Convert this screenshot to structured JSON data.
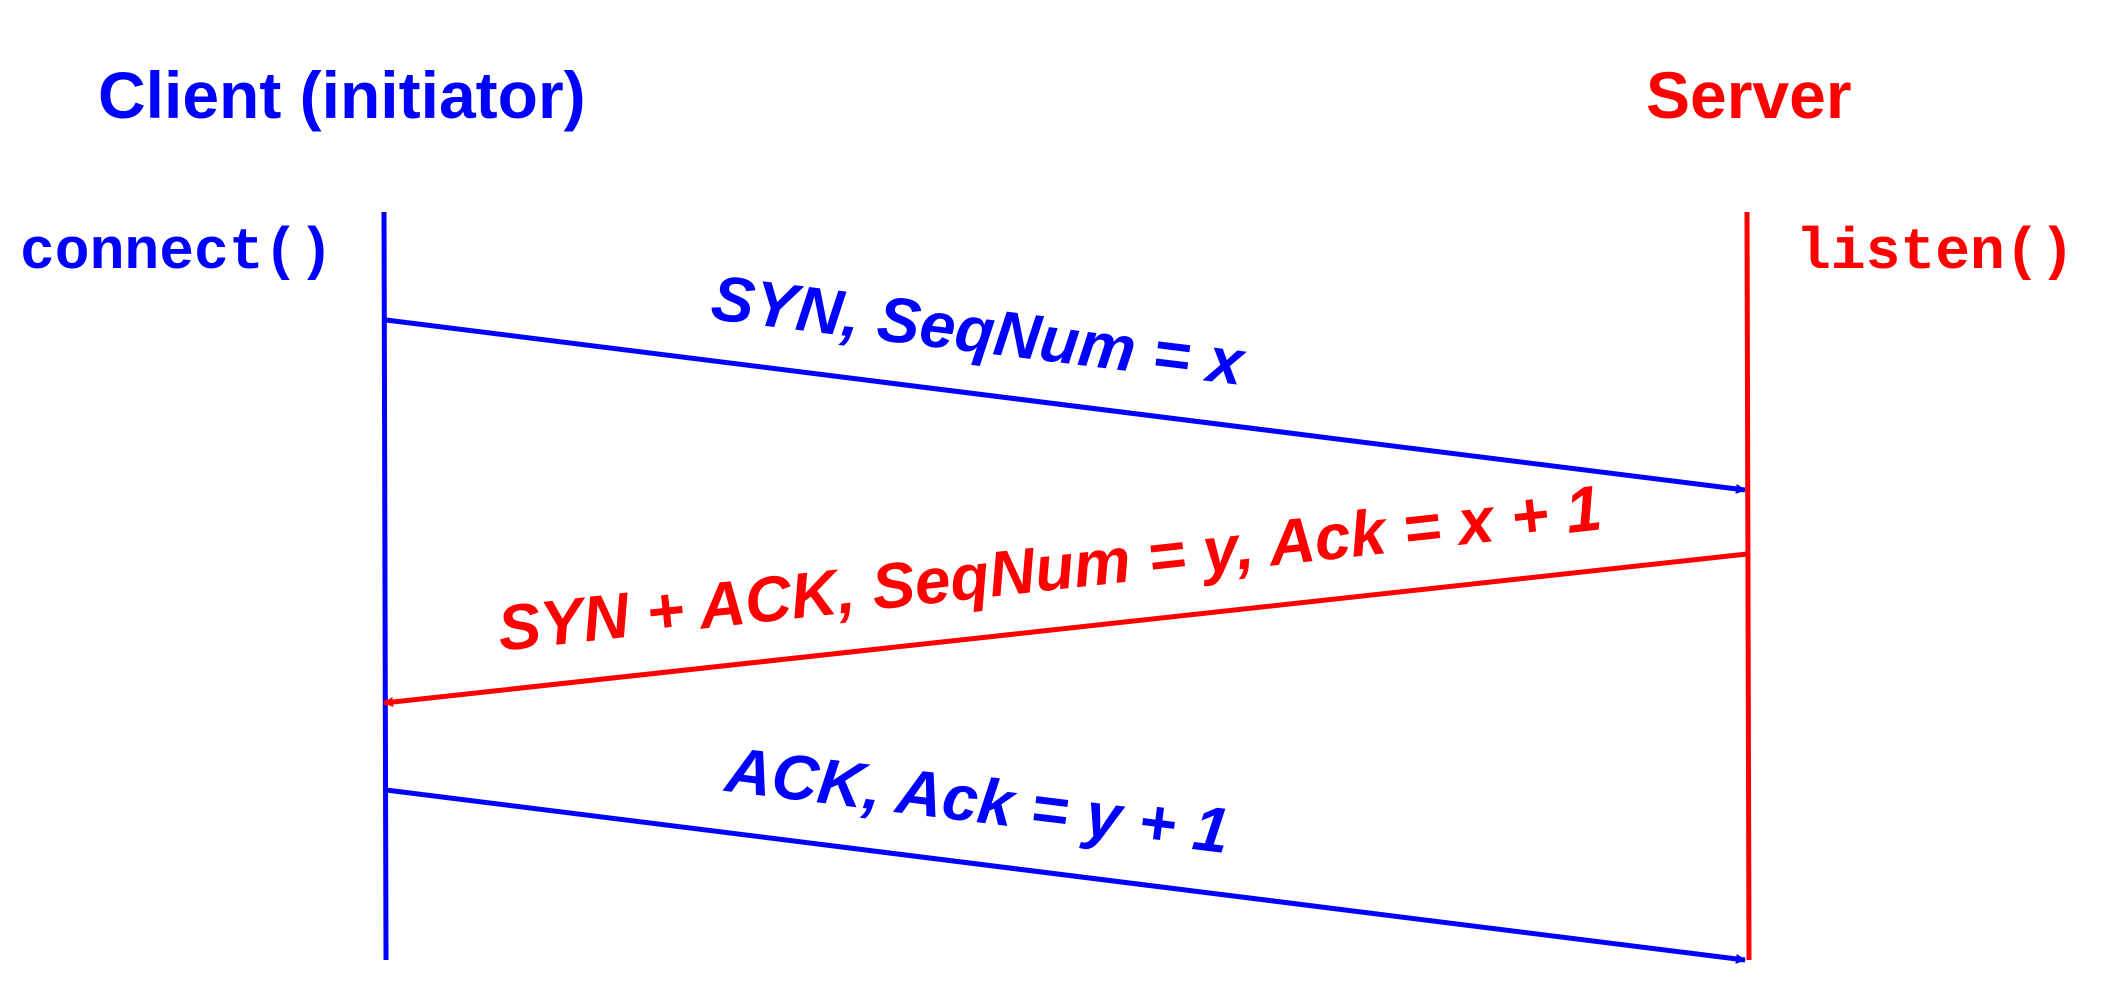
{
  "colors": {
    "client": "#0000ff",
    "server": "#ff0000"
  },
  "client": {
    "title": "Client (initiator)",
    "call": "connect()"
  },
  "server": {
    "title": "Server",
    "call": "listen()"
  },
  "messages": [
    {
      "label": "SYN, SeqNum = x",
      "direction": "client-to-server",
      "color": "#0000ff"
    },
    {
      "label": "SYN + ACK, SeqNum = y, Ack = x + 1",
      "direction": "server-to-client",
      "color": "#ff0000"
    },
    {
      "label": "ACK, Ack = y + 1",
      "direction": "client-to-server",
      "color": "#0000ff"
    }
  ]
}
